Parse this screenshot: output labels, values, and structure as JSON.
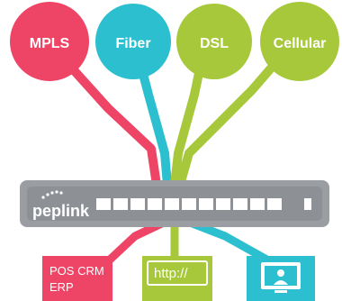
{
  "connections": [
    {
      "label": "MPLS",
      "color": "#ee4466"
    },
    {
      "label": "Fiber",
      "color": "#2cbfcf"
    },
    {
      "label": "DSL",
      "color": "#a6c83a"
    },
    {
      "label": "Cellular",
      "color": "#a6c83a"
    }
  ],
  "router": {
    "brand": "peplink",
    "body_color": "#9a9ea3",
    "ports": 11
  },
  "outputs": [
    {
      "lines": [
        "POS CRM",
        "ERP"
      ],
      "color": "#ee4466",
      "icon": "document-icon"
    },
    {
      "text": "http://",
      "color": "#a6c83a",
      "icon": "web-icon"
    },
    {
      "color": "#2cbfcf",
      "icon": "video-conference-icon"
    }
  ]
}
